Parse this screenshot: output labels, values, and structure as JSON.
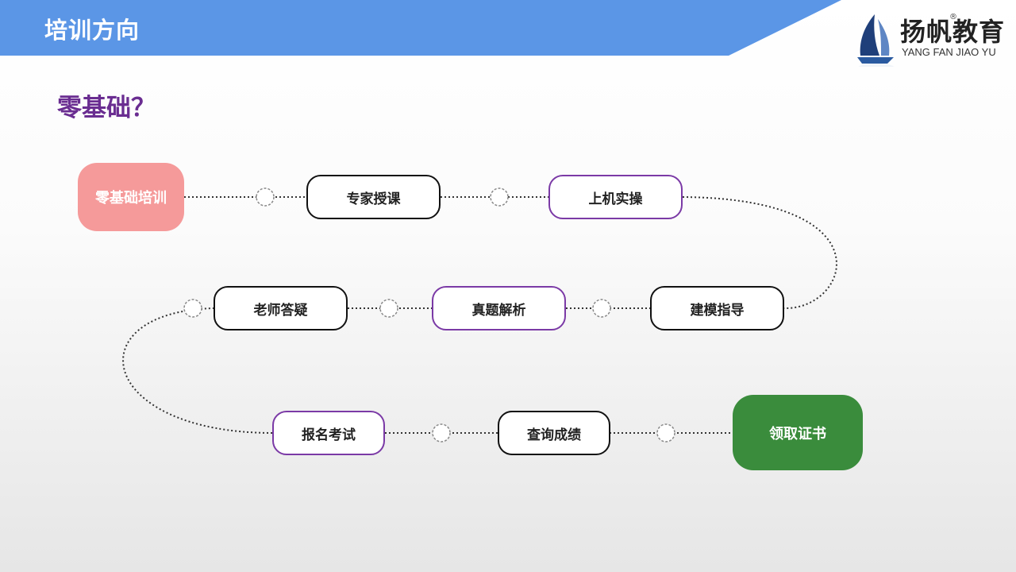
{
  "header": {
    "title": "培训方向"
  },
  "logo": {
    "name_cn": "扬帆教育",
    "name_en": "YANG FAN JIAO YU",
    "registered": "®"
  },
  "question": "零基础？",
  "flow": {
    "steps": [
      "零基础培训",
      "专家授课",
      "上机实操",
      "建模指导",
      "真题解析",
      "老师答疑",
      "报名考试",
      "查询成绩",
      "领取证书"
    ]
  },
  "colors": {
    "header_blue": "#5b96e6",
    "question_purple": "#6a2d91",
    "start_pink": "#f59a9a",
    "end_green": "#3a8c3c",
    "purple_border": "#7b3aa6"
  }
}
